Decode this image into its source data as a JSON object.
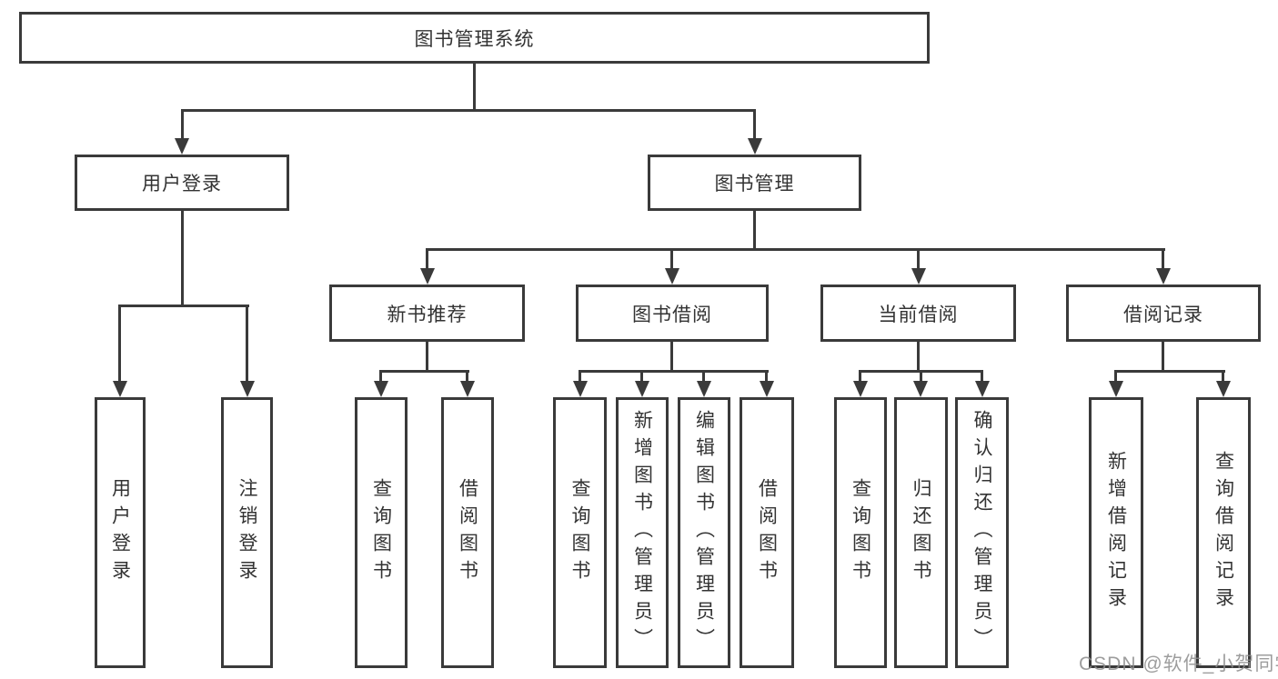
{
  "diagram_type": "tree",
  "colors": {
    "line": "#3a3a3a",
    "text": "#333333",
    "box_background": "#ffffff",
    "watermark": "#8c8c8c",
    "background": "#ffffff"
  },
  "tree": {
    "label": "图书管理系统",
    "children": [
      {
        "label": "用户登录",
        "children": [
          {
            "label": "用户登录"
          },
          {
            "label": "注销登录"
          }
        ]
      },
      {
        "label": "图书管理",
        "children": [
          {
            "label": "新书推荐",
            "children": [
              {
                "label": "查询图书"
              },
              {
                "label": "借阅图书"
              }
            ]
          },
          {
            "label": "图书借阅",
            "children": [
              {
                "label": "查询图书"
              },
              {
                "label": "新增图书（管理员）"
              },
              {
                "label": "编辑图书（管理员）"
              },
              {
                "label": "借阅图书"
              }
            ]
          },
          {
            "label": "当前借阅",
            "children": [
              {
                "label": "查询图书"
              },
              {
                "label": "归还图书"
              },
              {
                "label": "确认归还（管理员）"
              }
            ]
          },
          {
            "label": "借阅记录",
            "children": [
              {
                "label": "新增借阅记录"
              },
              {
                "label": "查询借阅记录"
              }
            ]
          }
        ]
      }
    ]
  },
  "watermark": {
    "text": "CSDN @软件_小贺同学"
  }
}
